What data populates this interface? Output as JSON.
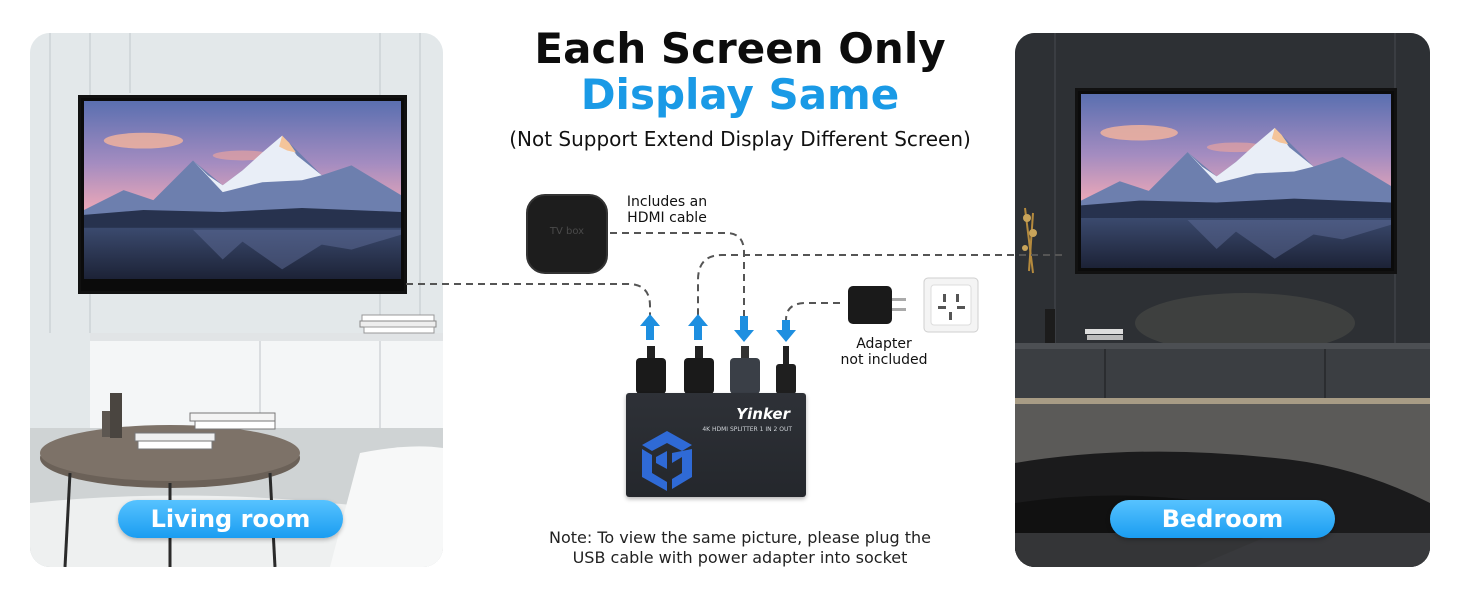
{
  "title": {
    "line1": "Each Screen Only",
    "line2": "Display Same",
    "subtitle": "(Not Support Extend Display Different Screen)"
  },
  "rooms": {
    "left_label": "Living room",
    "right_label": "Bedroom"
  },
  "devices": {
    "tv_box_label": "TV box",
    "hdmi_caption_line1": "Includes an",
    "hdmi_caption_line2": "HDMI cable",
    "adapter_caption_line1": "Adapter",
    "adapter_caption_line2": "not included",
    "splitter_brand": "Yinker",
    "splitter_model": "4K HDMI SPLITTER 1 IN 2 OUT"
  },
  "note": {
    "line1": "Note: To view the same picture, please plug the",
    "line2": "USB cable with power adapter into socket"
  },
  "colors": {
    "accent_blue": "#1a9ae6",
    "arrow_blue": "#1e8fe0",
    "pill_blue": "#2aa8f5"
  }
}
